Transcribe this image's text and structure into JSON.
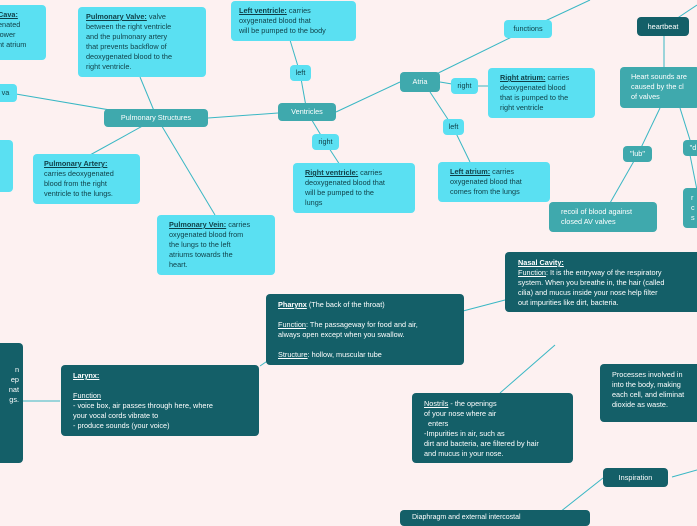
{
  "nodes": {
    "pulmonary_structures": "Pulmonary Structures",
    "ventricles": "Ventricles",
    "atria": "Atria",
    "functions": "functions",
    "heartbeat": "heartbeat",
    "left_v": "left",
    "right_v": "right",
    "right_a": "right",
    "left_a": "left",
    "lub": "\"lub\"",
    "dub_partial": "\"d",
    "va_partial": "va",
    "inspiration": "Inspiration"
  },
  "pulmonary_valve": {
    "title": "Pulmonary Valve:",
    "lines": [
      "valve",
      "between the right ventricle",
      "and the pulmonary artery",
      "that prevents backflow of",
      "deoxygenated blood to the",
      "right ventricle."
    ]
  },
  "vena_cava_partial": {
    "title": "Cava:",
    "lines": [
      "enated",
      "lower",
      "nt atrium"
    ]
  },
  "left_ventricle": {
    "title": "Left ventricle:",
    "lines": [
      "carries",
      "oxygenated blood that",
      "will be pumped to the body"
    ]
  },
  "right_ventricle": {
    "title": "Right ventricle:",
    "lines": [
      "carries",
      "deoxygenated blood that",
      "will be pumped to the",
      "lungs"
    ]
  },
  "right_atrium": {
    "title": "Right atrium:",
    "lines": [
      "carries",
      "deoxygenated blood",
      "that is pumped to the",
      "right ventricle"
    ]
  },
  "left_atrium": {
    "title": "Left atrium:",
    "lines": [
      "carries",
      "oxygenated blood that",
      "comes from the lungs"
    ]
  },
  "pulmonary_artery": {
    "title": "Pulmonary Artery:",
    "lines": [
      "carries deoxygenated",
      "blood from the right",
      "ventricle to the lungs."
    ]
  },
  "pulmonary_vein": {
    "title": "Pulmonary Vein:",
    "lines": [
      "carries",
      "oxygenated blood from",
      "the lungs to the left",
      "atriums towards the",
      "heart."
    ]
  },
  "heart_sounds": {
    "lines": [
      "Heart sounds are",
      "caused by the cl",
      "of valves"
    ]
  },
  "recoil": {
    "lines": [
      "recoil of blood against",
      "closed AV valves"
    ]
  },
  "right_partial": {
    "lines": [
      "r",
      "c",
      "s"
    ]
  },
  "nasal_cavity": {
    "title": "Nasal Cavity:",
    "function_label": "Function",
    "lines": [
      ": It is the entryway of the respiratory",
      "system. When you breathe in, the hair (called",
      "cilia) and mucus inside your nose help filter",
      "out impurities like dirt, bacteria."
    ]
  },
  "pharynx": {
    "title": "Pharynx",
    "title_suffix": " (The back of the throat)",
    "function_label": "Function",
    "function_lines": [
      ": The passageway for food and air,",
      "always open except when you swallow."
    ],
    "structure_label": "Structure",
    "structure_text": ": hollow, muscular tube"
  },
  "larynx": {
    "title": "Larynx:",
    "function_label": "Function",
    "lines": [
      "- voice box, air passes through here, where",
      "your vocal cords vibrate to",
      "- produce sounds (your voice)"
    ]
  },
  "left_partial": {
    "lines": [
      "n",
      "",
      "",
      "",
      "ep",
      "",
      "nat",
      "gs."
    ]
  },
  "processes": {
    "lines": [
      "Processes involved in",
      "into the body, making",
      "each cell, and eliminat",
      "dioxide as waste."
    ]
  },
  "nostrils": {
    "title": "Nostrils",
    "lines": [
      " - the openings",
      "of your nose where air",
      "  enters",
      "-Impurities in air, such as",
      "dirt and bacteria, are filtered by hair",
      " and mucus in your nose."
    ]
  },
  "bottom_partial": {
    "lines": [
      "Diaphragm and external intercostal"
    ]
  },
  "colors": {
    "background": "#fdf1f1",
    "light_node": "#5ae0f2",
    "mid_node": "#3fa9ad",
    "dark_node": "#145f68",
    "link": "#39b7c4"
  }
}
